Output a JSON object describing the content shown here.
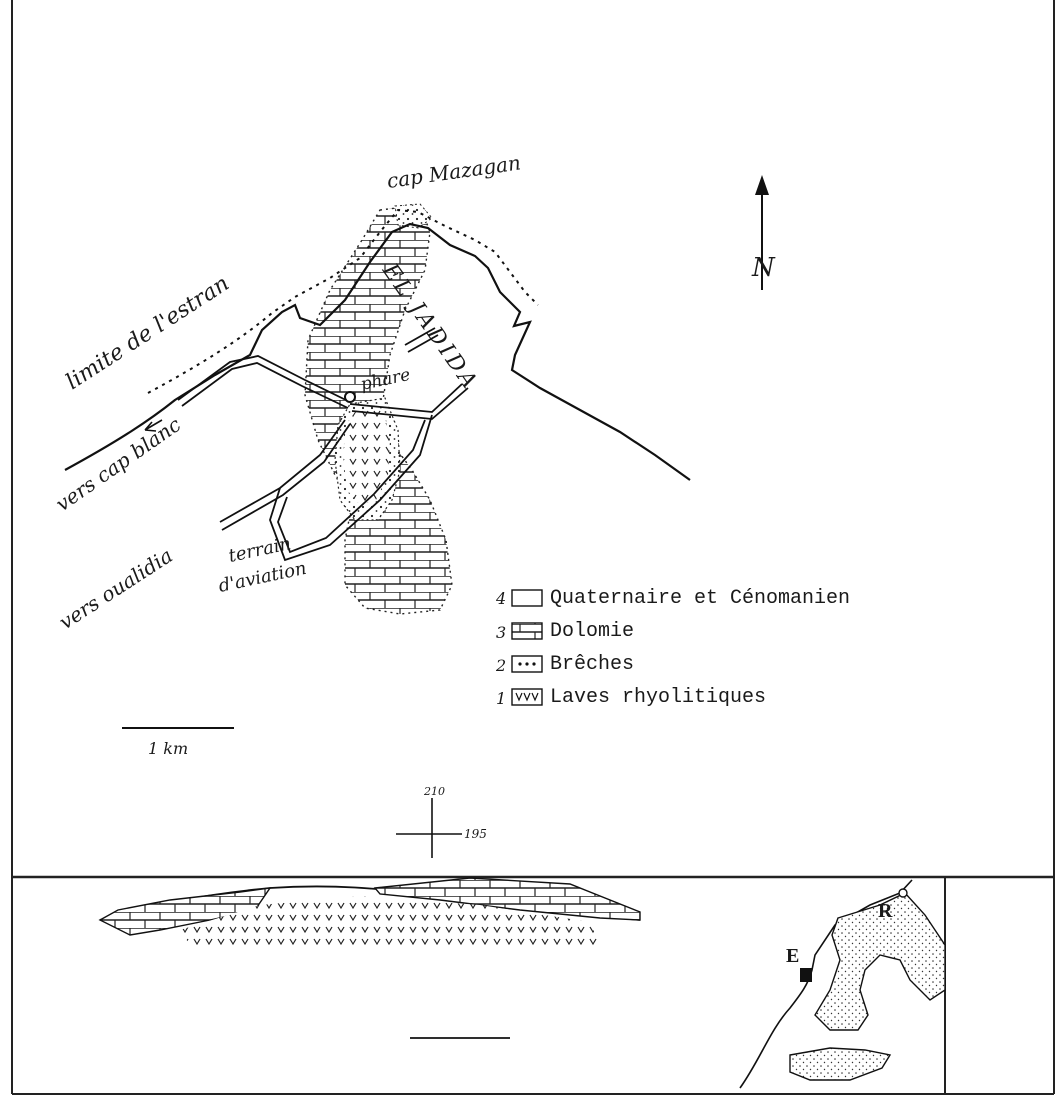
{
  "map": {
    "place_labels": {
      "cape": "cap Mazagan",
      "town": "EL JADIDA",
      "lighthouse": "phare",
      "shore_limit": "limite de l'estran",
      "road_cap_blanc": "vers cap blanc",
      "road_oualidia": "vers oualidia",
      "airfield_line1": "terrain",
      "airfield_line2": "d'aviation"
    },
    "north_arrow": {
      "label": "N"
    },
    "scale_bar": {
      "label": "1 km"
    },
    "grid_reference": {
      "vertical": "210",
      "horizontal": "195"
    },
    "legend": [
      {
        "number": "4",
        "label": "Quaternaire et Cénomanien",
        "pattern": "blank"
      },
      {
        "number": "3",
        "label": "Dolomie",
        "pattern": "dolomite-bricks"
      },
      {
        "number": "2",
        "label": "Brêches",
        "pattern": "breccia-dots"
      },
      {
        "number": "1",
        "label": "Laves rhyolitiques",
        "pattern": "lava-v"
      }
    ],
    "inset": {
      "labels": {
        "east_point": "E",
        "north_point": "R"
      }
    },
    "colors": {
      "ink": "#1a1a1a",
      "paper": "#ffffff"
    }
  }
}
